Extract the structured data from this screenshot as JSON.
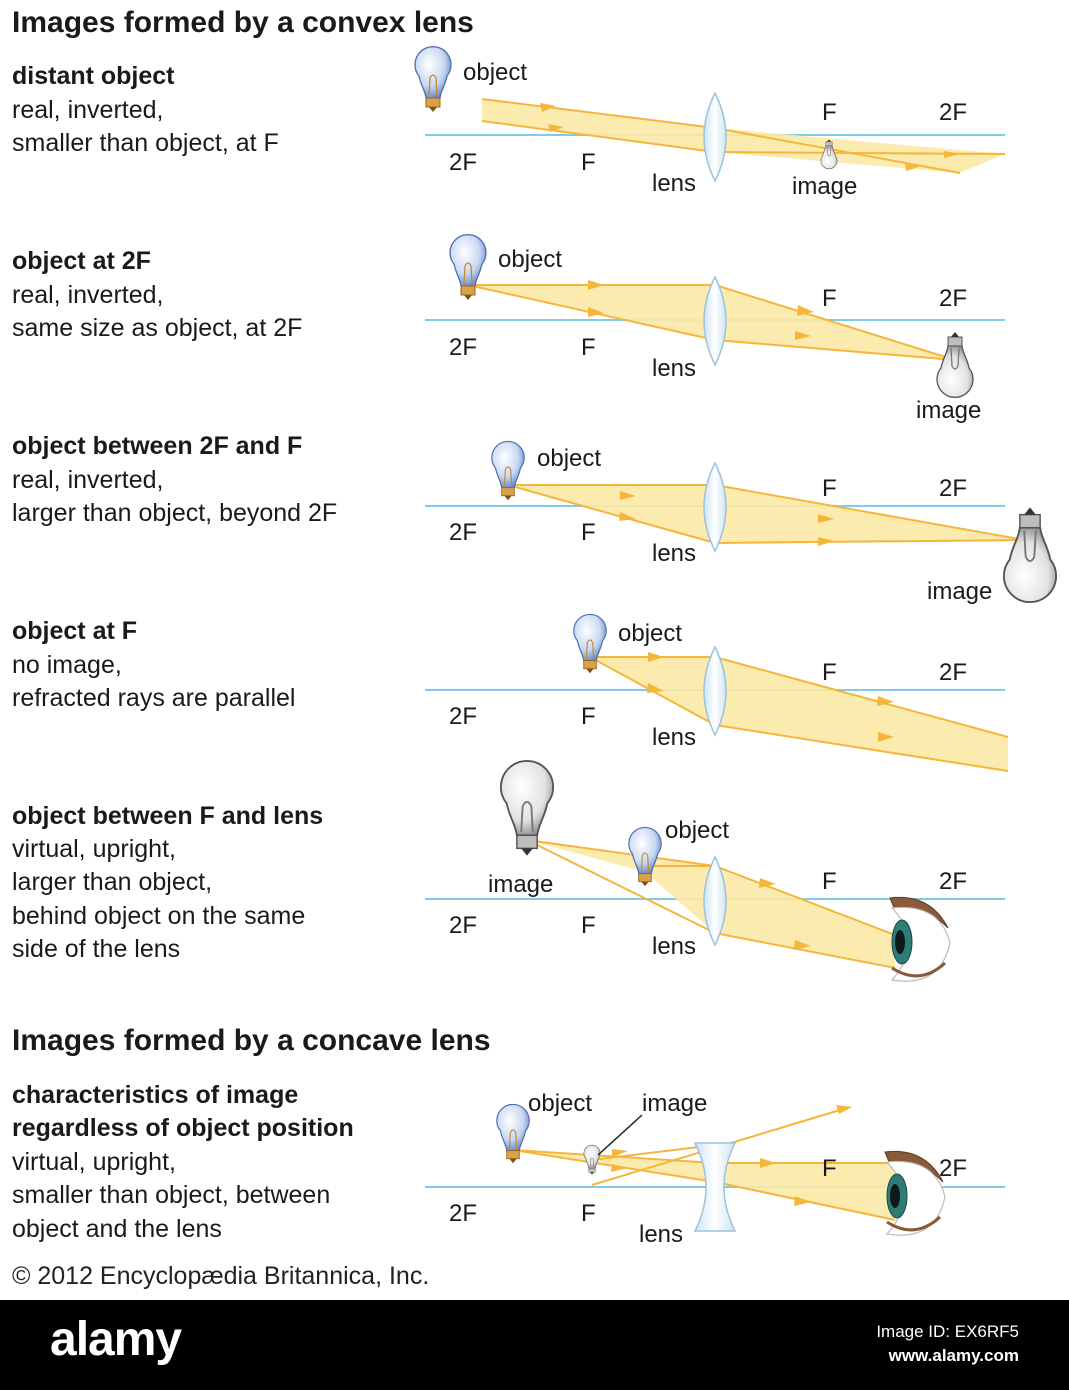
{
  "convex_title": "Images formed by a convex lens",
  "concave_title": "Images formed by a concave lens",
  "credit": "© 2012 Encyclopædia Britannica, Inc.",
  "labels": {
    "object": "object",
    "image": "image",
    "lens": "lens",
    "F": "F",
    "twoF": "2F"
  },
  "cases": [
    {
      "heading": "distant object",
      "lines": [
        "real, inverted,",
        "smaller than object, at F"
      ]
    },
    {
      "heading": "object at 2F",
      "lines": [
        "real, inverted,",
        "same size as object, at 2F"
      ]
    },
    {
      "heading": "object between 2F and F",
      "lines": [
        "real, inverted,",
        "larger than object, beyond 2F"
      ]
    },
    {
      "heading": "object at F",
      "lines": [
        "no image,",
        "refracted rays are parallel"
      ]
    },
    {
      "heading": "object between F and lens",
      "lines": [
        "virtual, upright,",
        "larger than object,",
        "behind object on the same",
        "side of the lens"
      ]
    }
  ],
  "concave_case": {
    "heading_lines": [
      "characteristics of image",
      "regardless of object position"
    ],
    "lines": [
      "virtual, upright,",
      "smaller than object, between",
      "object and the lens"
    ]
  },
  "footer": {
    "brand": "alamy",
    "code": "Image ID: EX6RF5",
    "site": "www.alamy.com"
  },
  "colors": {
    "axis": "#7ecbea",
    "ray_fill": "#fbe9a6",
    "ray_line": "#f5b63c",
    "lens_fill": "#e8f3fa",
    "lens_stroke": "#9cc3dd"
  }
}
